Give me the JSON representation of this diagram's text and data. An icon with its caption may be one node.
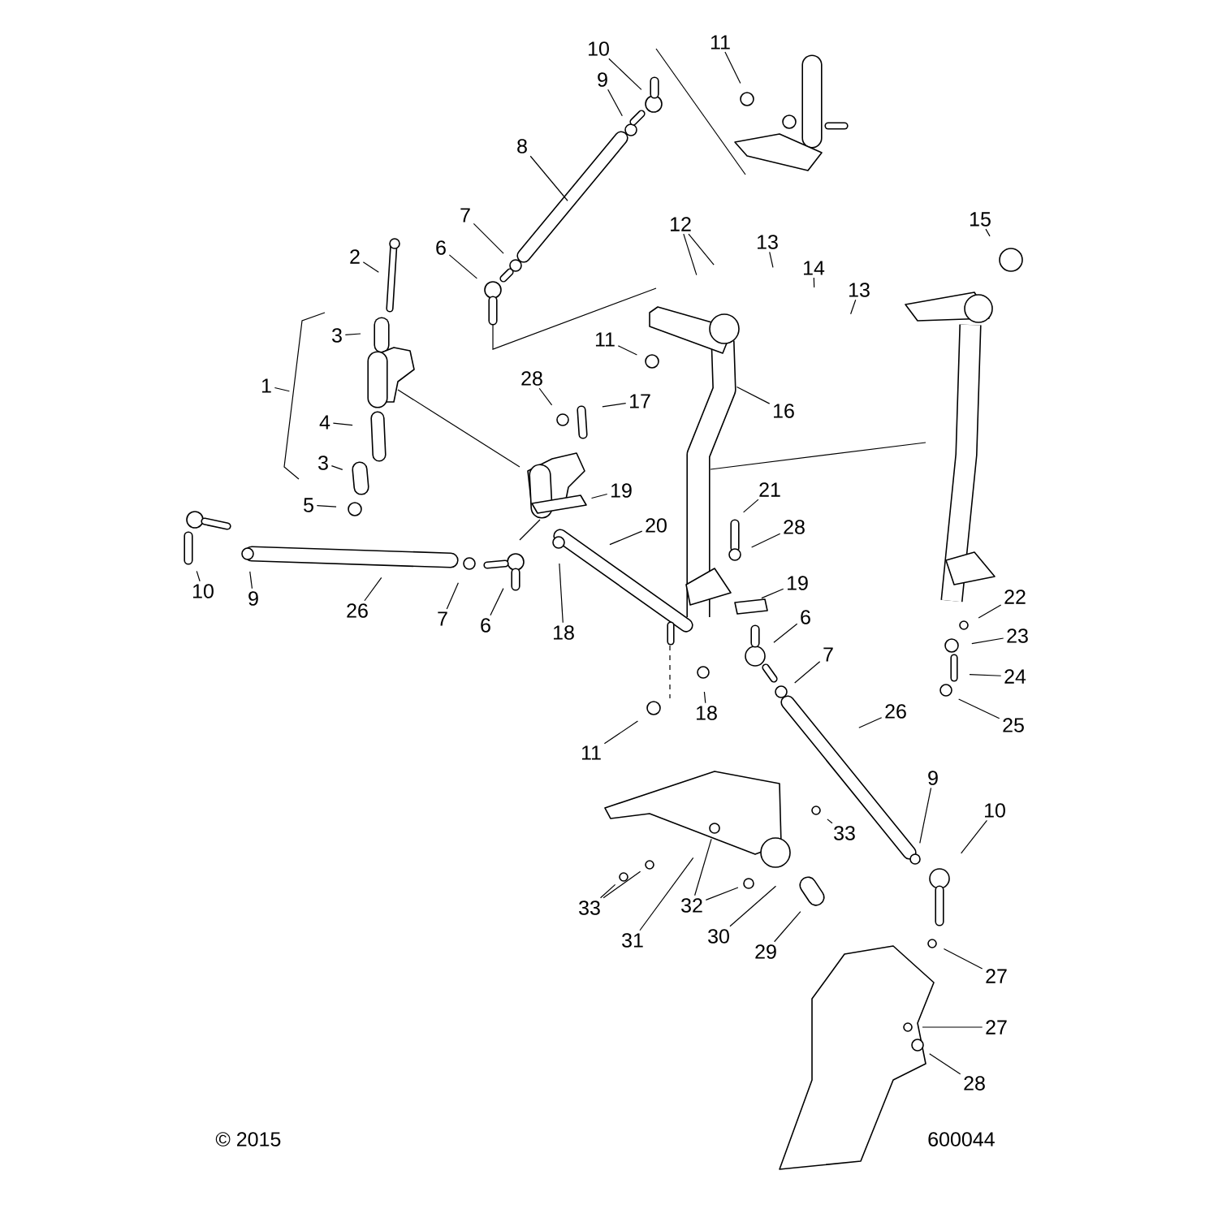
{
  "diagram": {
    "nodes": [
      {
        "text": [
          "10"
        ]
      },
      {
        "text": [
          "11"
        ]
      },
      {
        "text": [
          "9"
        ]
      },
      {
        "text": [
          "8"
        ]
      },
      {
        "text": [
          "12"
        ]
      },
      {
        "text": [
          "15"
        ]
      },
      {
        "text": [
          "7"
        ]
      },
      {
        "text": [
          "13"
        ]
      },
      {
        "text": [
          "6"
        ]
      },
      {
        "text": [
          "2"
        ]
      },
      {
        "text": [
          "14"
        ]
      },
      {
        "text": [
          "13"
        ]
      },
      {
        "text": [
          "3"
        ]
      },
      {
        "text": [
          "11"
        ]
      },
      {
        "text": [
          "28"
        ]
      },
      {
        "text": [
          "1"
        ]
      },
      {
        "text": [
          "17"
        ]
      },
      {
        "text": [
          "16"
        ]
      },
      {
        "text": [
          "4"
        ]
      },
      {
        "text": [
          "3"
        ]
      },
      {
        "text": [
          "19"
        ]
      },
      {
        "text": [
          "21"
        ]
      },
      {
        "text": [
          "5"
        ]
      },
      {
        "text": [
          "20"
        ]
      },
      {
        "text": [
          "28"
        ]
      },
      {
        "text": [
          "19"
        ]
      },
      {
        "text": [
          "10"
        ]
      },
      {
        "text": [
          "9"
        ]
      },
      {
        "text": [
          "22"
        ]
      },
      {
        "text": [
          "26"
        ]
      },
      {
        "text": [
          "7"
        ]
      },
      {
        "text": [
          "6"
        ]
      },
      {
        "text": [
          "6"
        ]
      },
      {
        "text": [
          "18"
        ]
      },
      {
        "text": [
          "23"
        ]
      },
      {
        "text": [
          "7"
        ]
      },
      {
        "text": [
          "24"
        ]
      },
      {
        "text": [
          "26"
        ]
      },
      {
        "text": [
          "18"
        ]
      },
      {
        "text": [
          "25"
        ]
      },
      {
        "text": [
          "11"
        ]
      },
      {
        "text": [
          "9"
        ]
      },
      {
        "text": [
          "10"
        ]
      },
      {
        "text": [
          "33"
        ]
      },
      {
        "text": [
          "32"
        ]
      },
      {
        "text": [
          "33"
        ]
      },
      {
        "text": [
          "31"
        ]
      },
      {
        "text": [
          "30"
        ]
      },
      {
        "text": [
          "29"
        ]
      },
      {
        "text": [
          "27"
        ]
      },
      {
        "text": [
          "27"
        ]
      },
      {
        "text": [
          "28"
        ]
      }
    ],
    "edges": [
      {
        "from": 0,
        "to": null,
        "arrow": "none"
      },
      {
        "from": 1,
        "to": null,
        "arrow": "none"
      },
      {
        "from": 2,
        "to": null,
        "arrow": "none"
      },
      {
        "from": 3,
        "to": null,
        "arrow": "none"
      },
      {
        "from": 4,
        "to": null,
        "arrow": "none"
      },
      {
        "from": 4,
        "to": null,
        "arrow": "none"
      },
      {
        "from": 5,
        "to": null,
        "arrow": "none"
      },
      {
        "from": 6,
        "to": null,
        "arrow": "none"
      },
      {
        "from": 7,
        "to": null,
        "arrow": "none"
      },
      {
        "from": 8,
        "to": null,
        "arrow": "none"
      },
      {
        "from": 9,
        "to": null,
        "arrow": "none"
      },
      {
        "from": 10,
        "to": null,
        "arrow": "none"
      },
      {
        "from": 11,
        "to": null,
        "arrow": "none"
      },
      {
        "from": 12,
        "to": null,
        "arrow": "none"
      },
      {
        "from": 13,
        "to": null,
        "arrow": "none"
      },
      {
        "from": 14,
        "to": null,
        "arrow": "none"
      },
      {
        "from": 15,
        "to": null,
        "arrow": "none"
      },
      {
        "from": 16,
        "to": null,
        "arrow": "none"
      },
      {
        "from": 17,
        "to": null,
        "arrow": "none"
      },
      {
        "from": 18,
        "to": null,
        "arrow": "none"
      },
      {
        "from": 19,
        "to": null,
        "arrow": "none"
      },
      {
        "from": 20,
        "to": null,
        "arrow": "none"
      },
      {
        "from": 21,
        "to": null,
        "arrow": "none"
      },
      {
        "from": 22,
        "to": null,
        "arrow": "none"
      },
      {
        "from": 23,
        "to": null,
        "arrow": "none"
      },
      {
        "from": 24,
        "to": null,
        "arrow": "none"
      },
      {
        "from": 25,
        "to": null,
        "arrow": "none"
      },
      {
        "from": 26,
        "to": null,
        "arrow": "none"
      },
      {
        "from": 27,
        "to": null,
        "arrow": "none"
      },
      {
        "from": 28,
        "to": null,
        "arrow": "none"
      },
      {
        "from": 29,
        "to": null,
        "arrow": "none"
      },
      {
        "from": 30,
        "to": null,
        "arrow": "none"
      },
      {
        "from": 31,
        "to": null,
        "arrow": "none"
      },
      {
        "from": 32,
        "to": null,
        "arrow": "none"
      },
      {
        "from": 33,
        "to": null,
        "arrow": "none"
      },
      {
        "from": 34,
        "to": null,
        "arrow": "none"
      },
      {
        "from": 35,
        "to": null,
        "arrow": "none"
      },
      {
        "from": 36,
        "to": null,
        "arrow": "none"
      },
      {
        "from": 37,
        "to": null,
        "arrow": "none"
      },
      {
        "from": 38,
        "to": null,
        "arrow": "none"
      },
      {
        "from": 39,
        "to": null,
        "arrow": "none"
      },
      {
        "from": 40,
        "to": null,
        "arrow": "none"
      },
      {
        "from": 41,
        "to": null,
        "arrow": "none"
      },
      {
        "from": 42,
        "to": null,
        "arrow": "none"
      },
      {
        "from": 43,
        "to": null,
        "arrow": "none"
      },
      {
        "from": 44,
        "to": null,
        "arrow": "none"
      },
      {
        "from": 44,
        "to": null,
        "arrow": "none"
      },
      {
        "from": 45,
        "to": null,
        "arrow": "none"
      },
      {
        "from": 45,
        "to": null,
        "arrow": "none"
      },
      {
        "from": 46,
        "to": null,
        "arrow": "none"
      },
      {
        "from": 47,
        "to": null,
        "arrow": "none"
      },
      {
        "from": 48,
        "to": null,
        "arrow": "none"
      },
      {
        "from": 49,
        "to": null,
        "arrow": "none"
      },
      {
        "from": 50,
        "to": null,
        "arrow": "none"
      },
      {
        "from": 51,
        "to": null,
        "arrow": "none"
      }
    ],
    "labels": [
      "© 2015",
      "600044"
    ]
  }
}
